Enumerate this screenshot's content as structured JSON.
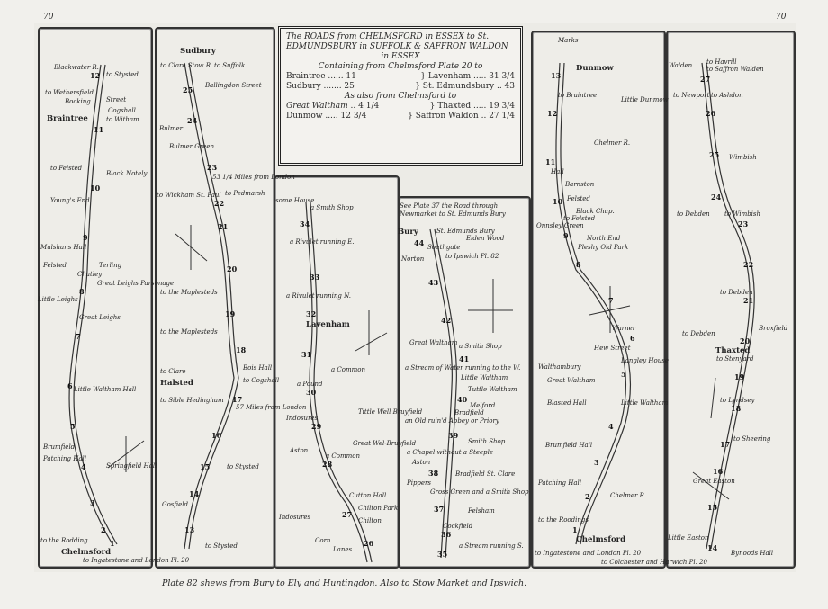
{
  "page_numbers": {
    "left": "70",
    "right": "70"
  },
  "cartouche": {
    "title_line1": "The ROADS from CHELMSFORD in ESSEX to St.",
    "title_line2": "EDMUNDSBURY in SUFFOLK & SAFFRON WALDON",
    "title_line3": "in ESSEX",
    "containing": "Containing from Chelmsford Plate 20 to",
    "also": "As also from Chelmsford to",
    "distances_main": [
      {
        "place": "Braintree",
        "miles": "11"
      },
      {
        "place": "Lavenham",
        "miles": "31 3/4"
      },
      {
        "place": "Sudbury",
        "miles": "25"
      },
      {
        "place": "St. Edmundsbury",
        "miles": "43"
      }
    ],
    "distances_also": [
      {
        "place": "Great Waltham",
        "miles": "4 1/4"
      },
      {
        "place": "Thaxted",
        "miles": "19 3/4"
      },
      {
        "place": "Dunmow",
        "miles": "12 3/4"
      },
      {
        "place": "Saffron Waldon",
        "miles": "27 1/4"
      }
    ]
  },
  "strips": [
    {
      "labels": [
        "Blackwater R.",
        "to Stysted",
        "to Wethersfield",
        "Bocking",
        "Street",
        "Braintree",
        "Cogshall",
        "to Witham",
        "to Felsted",
        "Black Notely",
        "Young's End",
        "Mulshans Hall",
        "Felsted",
        "Terling",
        "Chatley",
        "Great Leighs Parsonage",
        "Little Leighs",
        "Great Leighs",
        "Little Waltham Hall",
        "Brumfield",
        "Patching Hall",
        "Springfield Hall",
        "to the Rodding",
        "Chelmsford",
        "to Ingatestone and London Pl. 20"
      ],
      "miles": [
        "12",
        "11",
        "10",
        "9",
        "8",
        "7",
        "6",
        "5",
        "4",
        "3",
        "2",
        "1"
      ]
    },
    {
      "labels": [
        "Sudbury",
        "to Clare Stow R.",
        "to Suffolk",
        "Ballingdon Street",
        "53 1/4 Miles from London",
        "Bulmer",
        "Bulmer Green",
        "to Wickham St. Paul",
        "to Pedmarsh",
        "to the Maplesteds",
        "to the Maplesteds",
        "to Clare",
        "Bois Hall",
        "to Cogshall",
        "Halsted",
        "57 Miles from London",
        "to Sible Hedingham",
        "to Stysted",
        "Gosfield",
        "to Stysted"
      ],
      "miles": [
        "25",
        "24",
        "23",
        "22",
        "21",
        "20",
        "19",
        "18",
        "17",
        "16",
        "15",
        "14",
        "13"
      ]
    },
    {
      "labels": [
        "some House",
        "a Smith Shop",
        "a Rivulet running E.",
        "a Rivulet running N.",
        "Lavenham",
        "a Common",
        "a Pound",
        "Indosures",
        "Tittle Well Bruyfield",
        "Great Wel-Bruyfield",
        "Aston",
        "a Common",
        "Indosures",
        "Cutton Hall",
        "Chilton Park",
        "Chilton",
        "Corn",
        "Lanes"
      ],
      "miles": [
        "34",
        "33",
        "32",
        "31",
        "30",
        "29",
        "28",
        "27",
        "26"
      ]
    },
    {
      "labels": [
        "See Plate 37 the Road through",
        "Newmarket to St. Edmunds Bury",
        "Bury",
        "St. Edmunds Bury",
        "Elden Wood",
        "Southgate",
        "Norton",
        "to Ipswich Pl. 82",
        "Great Waltham",
        "a Smith Shop",
        "a Stream of Water running to the W.",
        "Little Waltham",
        "Tuttle Waltham",
        "an Old ruin'd Abbey or Priory",
        "Melford",
        "Bradfield",
        "a Chapel without a Steeple",
        "Smith Shop",
        "Aston",
        "Bradfield St. Clare",
        "Pippers",
        "Gross Green and a Smith Shop",
        "Felsham",
        "Cockfield",
        "a Stream running S."
      ],
      "miles": [
        "44",
        "43",
        "42",
        "41",
        "40",
        "39",
        "38",
        "37",
        "36",
        "35"
      ]
    },
    {
      "labels": [
        "Marks",
        "Dunmow",
        "to Braintree",
        "Little Dunmow",
        "Chelmer R.",
        "Hall",
        "Barnston",
        "Felsted",
        "Black Chap.",
        "Onnsley Green",
        "to Felsted",
        "North End",
        "Pleshy Old Park",
        "Warner",
        "Hew Street",
        "Langley House",
        "Walthambury",
        "Great Waltham",
        "Blasted Hall",
        "Little Waltham",
        "Brumfield Hall",
        "Patching Hall",
        "Chelmer R.",
        "to the Roodings",
        "Chelmsford",
        "to Ingatestone and London Pl. 20",
        "to Colchester and Harwich Pl. 20"
      ],
      "miles": [
        "13",
        "12",
        "11",
        "10",
        "9",
        "8",
        "7",
        "6",
        "5",
        "4",
        "3",
        "2",
        "1"
      ]
    },
    {
      "labels": [
        "Walden",
        "to Havrill",
        "to Saffron Walden",
        "to Newport",
        "to Ashdon",
        "Wimbish",
        "to Debden",
        "to Wimbish",
        "to Debden",
        "to Debden",
        "Thaxted",
        "to Stenyard",
        "Broxfield",
        "to Lyndsey",
        "to Sheering",
        "Great Easton",
        "Little Easton",
        "Bynoods Hall"
      ],
      "miles": [
        "27",
        "26",
        "25",
        "24",
        "23",
        "22",
        "21",
        "20",
        "19",
        "18",
        "17",
        "16",
        "15",
        "14"
      ]
    }
  ],
  "caption": "Plate 82 shews from Bury to Ely and Huntingdon. Also to Stow Market and Ipswich.",
  "colors": {
    "paper": "#eeede8",
    "ink": "#2a2a2a"
  }
}
